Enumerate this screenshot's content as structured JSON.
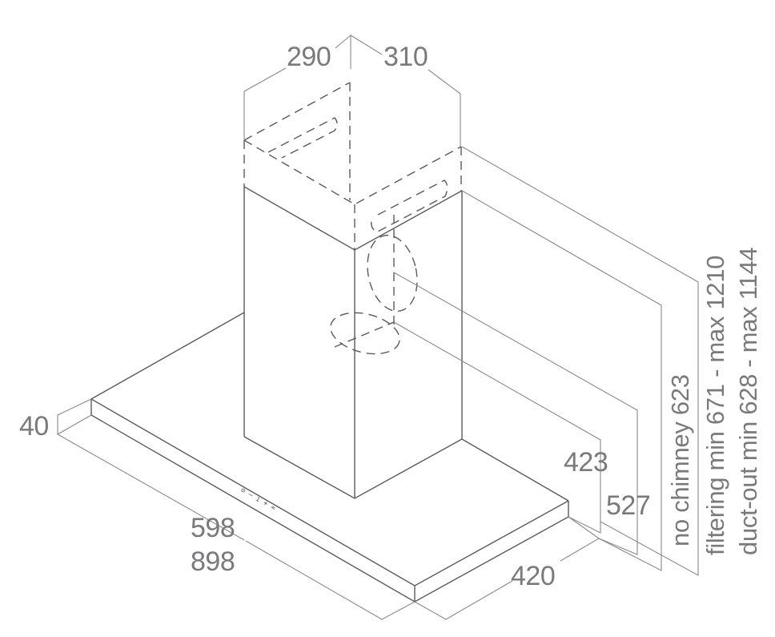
{
  "diagram": {
    "subject": "island cooker hood dimension drawing",
    "units": "mm",
    "line_color": "#5a5a5a",
    "dimension_line_color": "#8a8a8a",
    "text_color": "#7a7a7c",
    "labels": {
      "chimney_depth": "290",
      "chimney_width": "310",
      "canopy_thickness": "40",
      "canopy_width_small": "598",
      "canopy_width_large": "898",
      "canopy_depth": "420",
      "height_423": "423",
      "height_527": "527",
      "height_no_chimney": "no chimney 623",
      "height_filtering": "filtering min 671 - max 1210",
      "height_ductout": "duct-out min 628 - max 1144"
    },
    "control_panel_symbols": "⊙ – ı + ≈"
  }
}
